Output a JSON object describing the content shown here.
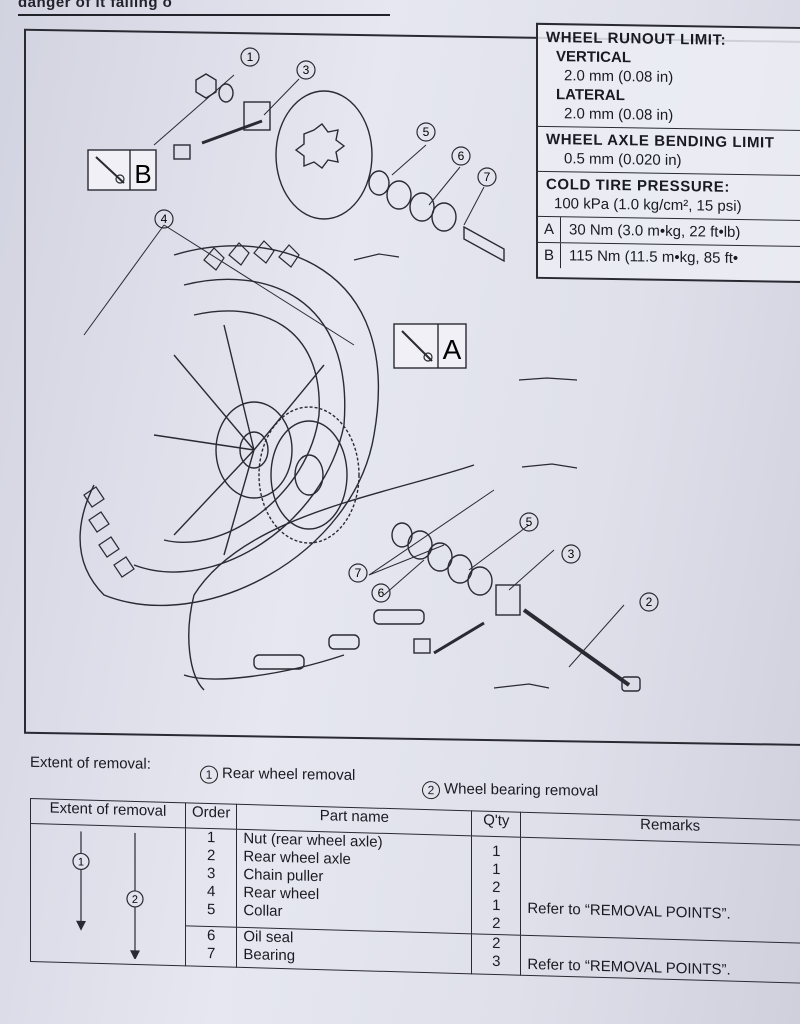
{
  "header": {
    "text": "danger of it falling o"
  },
  "spec_box": {
    "wheel_runout_title": "WHEEL RUNOUT LIMIT:",
    "vertical_label": "VERTICAL",
    "vertical_value": "2.0 mm (0.08 in)",
    "lateral_label": "LATERAL",
    "lateral_value": "2.0 mm (0.08 in)",
    "axle_title": "WHEEL AXLE BENDING LIMIT",
    "axle_value": "0.5 mm (0.020 in)",
    "tire_title": "COLD TIRE PRESSURE:",
    "tire_value": "100 kPa (1.0 kg/cm², 15 psi)",
    "torques": [
      {
        "key": "A",
        "value": "30 Nm (3.0 m•kg, 22 ft•lb)"
      },
      {
        "key": "B",
        "value": "115 Nm (11.5 m•kg, 85 ft•"
      }
    ]
  },
  "diagram": {
    "callouts": [
      "1",
      "2",
      "3",
      "4",
      "5",
      "6",
      "7"
    ],
    "badge_a": "A",
    "badge_b": "B"
  },
  "extent": {
    "label": "Extent of removal:",
    "option1_num": "1",
    "option1": "Rear wheel removal",
    "option2_num": "2",
    "option2": "Wheel bearing removal"
  },
  "table": {
    "headers": [
      "Extent of removal",
      "Order",
      "Part name",
      "Q'ty",
      "Remarks"
    ],
    "extent_marks": [
      "1",
      "2"
    ],
    "rows_group1": [
      {
        "order": "1",
        "part": "Nut (rear wheel axle)",
        "qty": "1"
      },
      {
        "order": "2",
        "part": "Rear wheel axle",
        "qty": "1"
      },
      {
        "order": "3",
        "part": "Chain puller",
        "qty": "2"
      },
      {
        "order": "4",
        "part": "Rear wheel",
        "qty": "1"
      },
      {
        "order": "5",
        "part": "Collar",
        "qty": "2"
      }
    ],
    "rows_group2": [
      {
        "order": "6",
        "part": "Oil seal",
        "qty": "2"
      },
      {
        "order": "7",
        "part": "Bearing",
        "qty": "3"
      }
    ],
    "remark1": "Refer to “REMOVAL POINTS”.",
    "remark2": "Refer to “REMOVAL POINTS”."
  }
}
